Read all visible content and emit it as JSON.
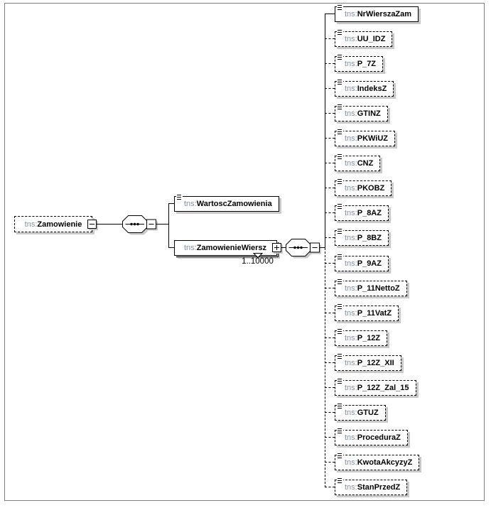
{
  "diagram": {
    "root": {
      "prefix": "tns:",
      "name": "Zamowienie"
    },
    "level2": [
      {
        "prefix": "tns:",
        "name": "WartoscZamowienia",
        "required": true
      },
      {
        "prefix": "tns:",
        "name": "ZamowienieWiersz",
        "required": true,
        "occurrence": "1..10000"
      }
    ],
    "children": [
      {
        "prefix": "tns:",
        "name": "NrWierszaZam",
        "required": true
      },
      {
        "prefix": "tns:",
        "name": "UU_IDZ",
        "required": false
      },
      {
        "prefix": "tns:",
        "name": "P_7Z",
        "required": false
      },
      {
        "prefix": "tns:",
        "name": "IndeksZ",
        "required": false
      },
      {
        "prefix": "tns:",
        "name": "GTINZ",
        "required": false
      },
      {
        "prefix": "tns:",
        "name": "PKWiUZ",
        "required": false
      },
      {
        "prefix": "tns:",
        "name": "CNZ",
        "required": false
      },
      {
        "prefix": "tns:",
        "name": "PKOBZ",
        "required": false
      },
      {
        "prefix": "tns:",
        "name": "P_8AZ",
        "required": false
      },
      {
        "prefix": "tns:",
        "name": "P_8BZ",
        "required": false
      },
      {
        "prefix": "tns:",
        "name": "P_9AZ",
        "required": false
      },
      {
        "prefix": "tns:",
        "name": "P_11NettoZ",
        "required": false
      },
      {
        "prefix": "tns:",
        "name": "P_11VatZ",
        "required": false
      },
      {
        "prefix": "tns:",
        "name": "P_12Z",
        "required": false
      },
      {
        "prefix": "tns:",
        "name": "P_12Z_XII",
        "required": false
      },
      {
        "prefix": "tns:",
        "name": "P_12Z_Zal_15",
        "required": false
      },
      {
        "prefix": "tns:",
        "name": "GTUZ",
        "required": false
      },
      {
        "prefix": "tns:",
        "name": "ProceduraZ",
        "required": false
      },
      {
        "prefix": "tns:",
        "name": "KwotaAkcyzyZ",
        "required": false
      },
      {
        "prefix": "tns:",
        "name": "StanPrzedZ",
        "required": false
      }
    ],
    "glyphs": {
      "collapse": "-",
      "expand": "+"
    },
    "icons": {
      "text_content": "three-horizontal-lines",
      "sequence_compositor": "octagon-with-dotted-line",
      "multi_occurrence": "stacked-box-with-down-triangle"
    },
    "colors": {
      "box_border": "#000000",
      "element_name": "#000000",
      "namespace_prefix": "#8191a2",
      "shadow": "#c9c9c9",
      "frame_border": "#7f7f7f",
      "canvas": "#ffffff"
    }
  }
}
